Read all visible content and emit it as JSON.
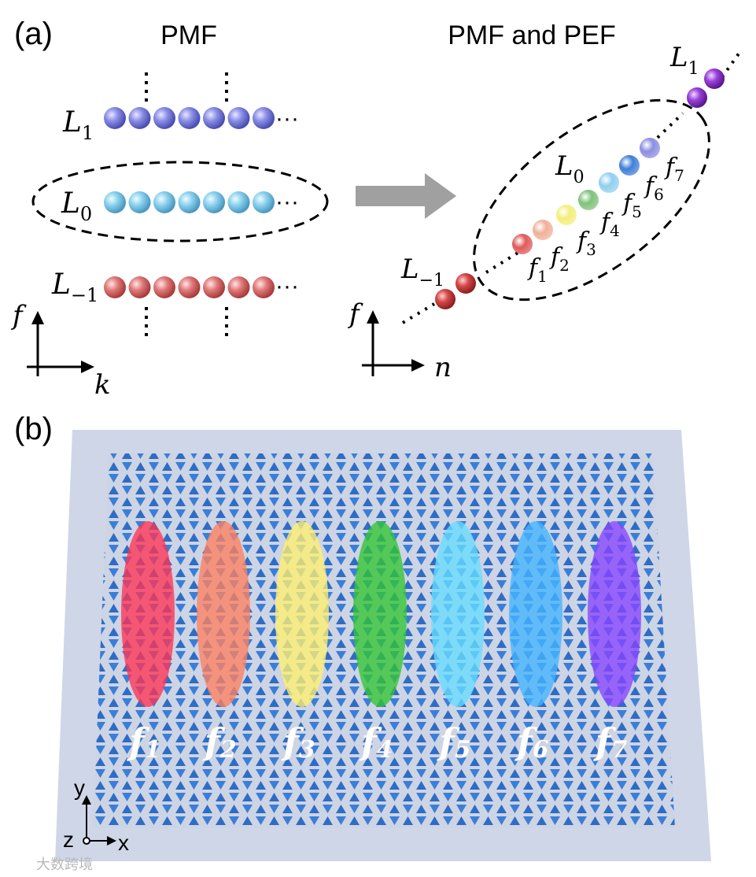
{
  "panel_a": {
    "label": "(a)",
    "left_title": "PMF",
    "right_title": "PMF and PEF",
    "left_levels": [
      {
        "main": "L",
        "sub": "1",
        "color": "#7b7fe0"
      },
      {
        "main": "L",
        "sub": "0",
        "color": "#7ec8e8"
      },
      {
        "main": "L",
        "sub": "−1",
        "color": "#e27474"
      }
    ],
    "ellipsis": "···",
    "left_axes": {
      "y": "f",
      "x": "k"
    },
    "right_axes": {
      "y": "f",
      "x": "n"
    },
    "right_levels": {
      "top": {
        "main": "L",
        "sub": "1"
      },
      "middle": {
        "main": "L",
        "sub": "0"
      },
      "bottom": {
        "main": "L",
        "sub": "−1"
      }
    },
    "freq_labels": [
      {
        "main": "f",
        "sub": "1"
      },
      {
        "main": "f",
        "sub": "2"
      },
      {
        "main": "f",
        "sub": "3"
      },
      {
        "main": "f",
        "sub": "4"
      },
      {
        "main": "f",
        "sub": "5"
      },
      {
        "main": "f",
        "sub": "6"
      },
      {
        "main": "f",
        "sub": "7"
      }
    ],
    "freq_colors": [
      "#e05a5a",
      "#f0b09a",
      "#f3ee7a",
      "#7fc27a",
      "#8fd0ee",
      "#3f7fd8",
      "#8c8ee0"
    ],
    "colors": {
      "purple": "#9a3fd8",
      "red": "#d94848",
      "arrow": "#a0a0a0"
    }
  },
  "panel_b": {
    "label": "(b)",
    "modes": [
      {
        "main": "f",
        "sub": "1",
        "color": "#ff3355"
      },
      {
        "main": "f",
        "sub": "2",
        "color": "#ff8060"
      },
      {
        "main": "f",
        "sub": "3",
        "color": "#fff070"
      },
      {
        "main": "f",
        "sub": "4",
        "color": "#33c433"
      },
      {
        "main": "f",
        "sub": "5",
        "color": "#66ddff"
      },
      {
        "main": "f",
        "sub": "6",
        "color": "#44b4ff"
      },
      {
        "main": "f",
        "sub": "7",
        "color": "#8844ff"
      }
    ],
    "axes": {
      "y": "y",
      "x": "x",
      "z": "z"
    },
    "lattice_color": "#3b7ed8",
    "plate_color": "#cfd6e8"
  },
  "watermark": "大数跨境"
}
